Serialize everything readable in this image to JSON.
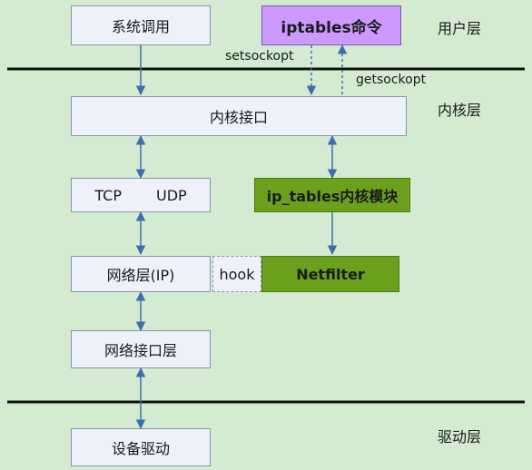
{
  "layers": {
    "user": "用户层",
    "kernel": "内核层",
    "driver": "驱动层"
  },
  "boxes": {
    "syscall": "系统调用",
    "iptables_cmd": "iptables命令",
    "kernel_interface": "内核接口",
    "tcp": "TCP",
    "udp": "UDP",
    "ip_tables_module": "ip_tables内核模块",
    "network_layer": "网络层(IP)",
    "hook": "hook",
    "netfilter": "Netfilter",
    "netif_layer": "网络接口层",
    "device_driver": "设备驱动"
  },
  "calls": {
    "setsockopt": "setsockopt",
    "getsockopt": "getsockopt"
  },
  "colors": {
    "background": "#d4ebd2",
    "purple_box": "#cc99ff",
    "green_box": "#6aa01c",
    "arrow": "#3d6fb0"
  }
}
